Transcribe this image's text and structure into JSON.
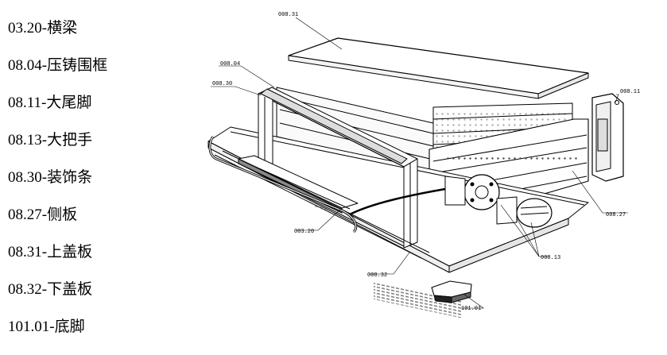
{
  "parts": [
    {
      "code": "03.20",
      "name": "横梁"
    },
    {
      "code": "08.04",
      "name": "压铸围框"
    },
    {
      "code": "08.11",
      "name": "大尾脚"
    },
    {
      "code": "08.13",
      "name": "大把手"
    },
    {
      "code": "08.30",
      "name": "装饰条"
    },
    {
      "code": "08.27",
      "name": "侧板"
    },
    {
      "code": "08.31",
      "name": "上盖板"
    },
    {
      "code": "08.32",
      "name": "下盖板"
    },
    {
      "code": "101.01",
      "name": "底脚"
    }
  ],
  "parts_display": [
    "03.20-横梁",
    "08.04-压铸围框",
    "08.11-大尾脚",
    "08.13-大把手",
    "08.30-装饰条",
    "08.27-侧板",
    "08.31-上盖板",
    "08.32-下盖板",
    "101.01-底脚"
  ],
  "callouts": {
    "c0831": "008.31",
    "c0804": "008.04",
    "c0830": "008.30",
    "c0811": "008.11",
    "c0827": "008.27",
    "c0320": "003.20",
    "c0813": "008.13",
    "c0832": "008.32",
    "c10101": "101.01"
  }
}
